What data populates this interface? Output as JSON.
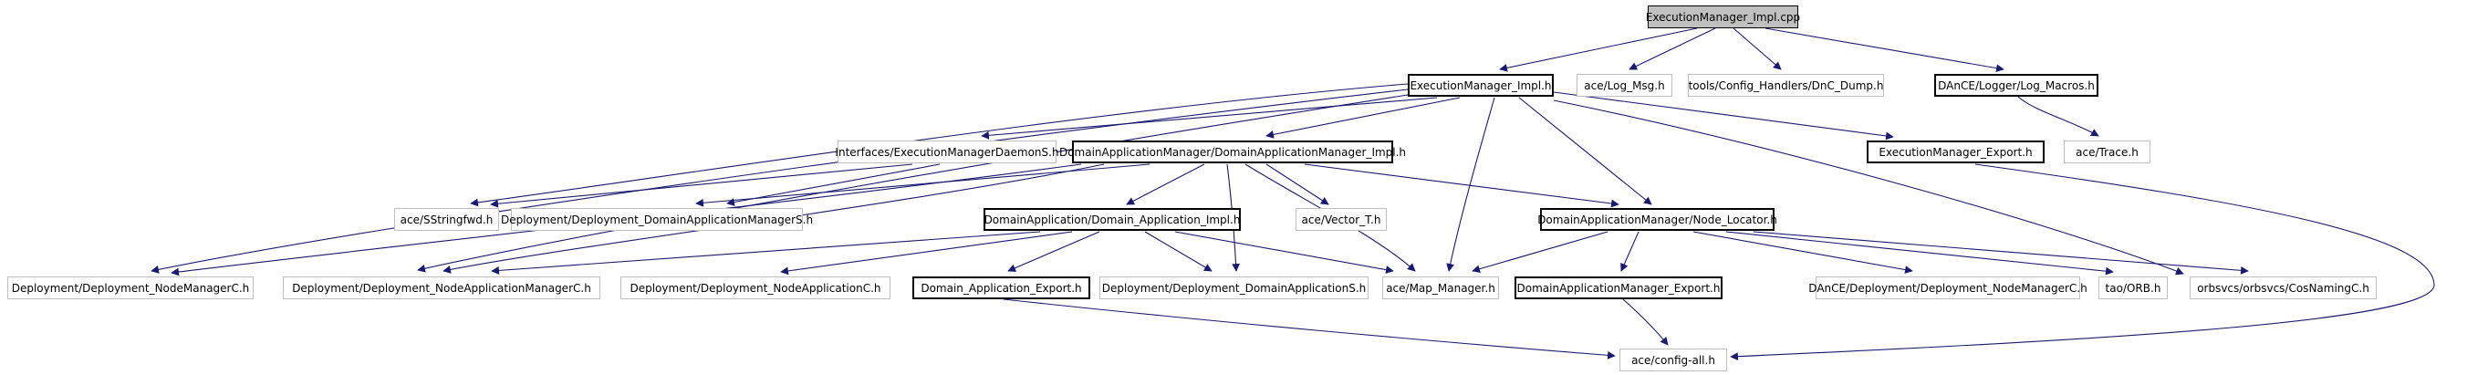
{
  "diagram": {
    "kind": "doxygen-include-dependency-graph",
    "root_file": "ExecutionManager_Impl.cpp",
    "colors": {
      "edge": "#191970",
      "node_border_documented": "#000000",
      "node_border_plain": "#bfbfbf",
      "node_fill": "#ffffff",
      "root_fill": "#c0c0c0",
      "text": "#000000",
      "background": "#ffffff"
    },
    "nodes": [
      {
        "id": "cpp",
        "label": "ExecutionManager_Impl.cpp",
        "style": "root"
      },
      {
        "id": "em_impl_h",
        "label": "ExecutionManager_Impl.h",
        "style": "documented"
      },
      {
        "id": "log_msg",
        "label": "ace/Log_Msg.h",
        "style": "plain"
      },
      {
        "id": "dnc_dump",
        "label": "tools/Config_Handlers/DnC_Dump.h",
        "style": "plain"
      },
      {
        "id": "log_macros",
        "label": "DAnCE/Logger/Log_Macros.h",
        "style": "documented"
      },
      {
        "id": "daemon_s",
        "label": "Interfaces/ExecutionManagerDaemonS.h",
        "style": "plain"
      },
      {
        "id": "dam_impl",
        "label": "DomainApplicationManager/DomainApplicationManager_Impl.h",
        "style": "documented"
      },
      {
        "id": "em_export",
        "label": "ExecutionManager_Export.h",
        "style": "documented"
      },
      {
        "id": "trace",
        "label": "ace/Trace.h",
        "style": "plain"
      },
      {
        "id": "sstringfwd",
        "label": "ace/SStringfwd.h",
        "style": "plain"
      },
      {
        "id": "dep_dams",
        "label": "Deployment/Deployment_DomainApplicationManagerS.h",
        "style": "plain"
      },
      {
        "id": "da_impl",
        "label": "DomainApplication/Domain_Application_Impl.h",
        "style": "documented"
      },
      {
        "id": "vector_t",
        "label": "ace/Vector_T.h",
        "style": "plain"
      },
      {
        "id": "node_locator",
        "label": "DomainApplicationManager/Node_Locator.h",
        "style": "documented"
      },
      {
        "id": "nodemgr_c",
        "label": "Deployment/Deployment_NodeManagerC.h",
        "style": "plain"
      },
      {
        "id": "nodeappmgr_c",
        "label": "Deployment/Deployment_NodeApplicationManagerC.h",
        "style": "plain"
      },
      {
        "id": "nodeapp_c",
        "label": "Deployment/Deployment_NodeApplicationC.h",
        "style": "plain"
      },
      {
        "id": "da_export",
        "label": "Domain_Application_Export.h",
        "style": "documented"
      },
      {
        "id": "dep_das",
        "label": "Deployment/Deployment_DomainApplicationS.h",
        "style": "plain"
      },
      {
        "id": "map_mgr",
        "label": "ace/Map_Manager.h",
        "style": "plain"
      },
      {
        "id": "dam_export",
        "label": "DomainApplicationManager_Export.h",
        "style": "documented"
      },
      {
        "id": "dance_nodemgr_c",
        "label": "DAnCE/Deployment/Deployment_NodeManagerC.h",
        "style": "plain"
      },
      {
        "id": "tao_orb",
        "label": "tao/ORB.h",
        "style": "plain"
      },
      {
        "id": "cosnaming",
        "label": "orbsvcs/orbsvcs/CosNamingC.h",
        "style": "plain"
      },
      {
        "id": "config_all",
        "label": "ace/config-all.h",
        "style": "plain"
      }
    ],
    "edges": [
      {
        "from": "cpp",
        "to": "em_impl_h"
      },
      {
        "from": "cpp",
        "to": "log_msg"
      },
      {
        "from": "cpp",
        "to": "dnc_dump"
      },
      {
        "from": "cpp",
        "to": "log_macros"
      },
      {
        "from": "log_macros",
        "to": "trace"
      },
      {
        "from": "em_impl_h",
        "to": "daemon_s"
      },
      {
        "from": "em_impl_h",
        "to": "dam_impl"
      },
      {
        "from": "em_impl_h",
        "to": "em_export"
      },
      {
        "from": "em_impl_h",
        "to": "sstringfwd"
      },
      {
        "from": "em_impl_h",
        "to": "nodemgr_c"
      },
      {
        "from": "em_impl_h",
        "to": "nodeappmgr_c"
      },
      {
        "from": "em_impl_h",
        "to": "node_locator"
      },
      {
        "from": "em_impl_h",
        "to": "map_mgr"
      },
      {
        "from": "em_impl_h",
        "to": "cosnaming"
      },
      {
        "from": "dam_impl",
        "to": "dep_dams"
      },
      {
        "from": "dam_impl",
        "to": "da_impl"
      },
      {
        "from": "dam_impl",
        "to": "vector_t"
      },
      {
        "from": "dam_impl",
        "to": "node_locator"
      },
      {
        "from": "dam_impl",
        "to": "nodemgr_c"
      },
      {
        "from": "dam_impl",
        "to": "nodeappmgr_c"
      },
      {
        "from": "dam_impl",
        "to": "dep_das"
      },
      {
        "from": "dam_impl",
        "to": "map_mgr"
      },
      {
        "from": "daemon_s",
        "to": "sstringfwd"
      },
      {
        "from": "daemon_s",
        "to": "dep_dams"
      },
      {
        "from": "da_impl",
        "to": "nodeappmgr_c"
      },
      {
        "from": "da_impl",
        "to": "nodeapp_c"
      },
      {
        "from": "da_impl",
        "to": "da_export"
      },
      {
        "from": "da_impl",
        "to": "dep_das"
      },
      {
        "from": "da_impl",
        "to": "map_mgr"
      },
      {
        "from": "node_locator",
        "to": "map_mgr"
      },
      {
        "from": "node_locator",
        "to": "dam_export"
      },
      {
        "from": "node_locator",
        "to": "dance_nodemgr_c"
      },
      {
        "from": "node_locator",
        "to": "tao_orb"
      },
      {
        "from": "node_locator",
        "to": "cosnaming"
      },
      {
        "from": "da_export",
        "to": "config_all"
      },
      {
        "from": "dam_export",
        "to": "config_all"
      },
      {
        "from": "em_export",
        "to": "config_all"
      }
    ]
  }
}
